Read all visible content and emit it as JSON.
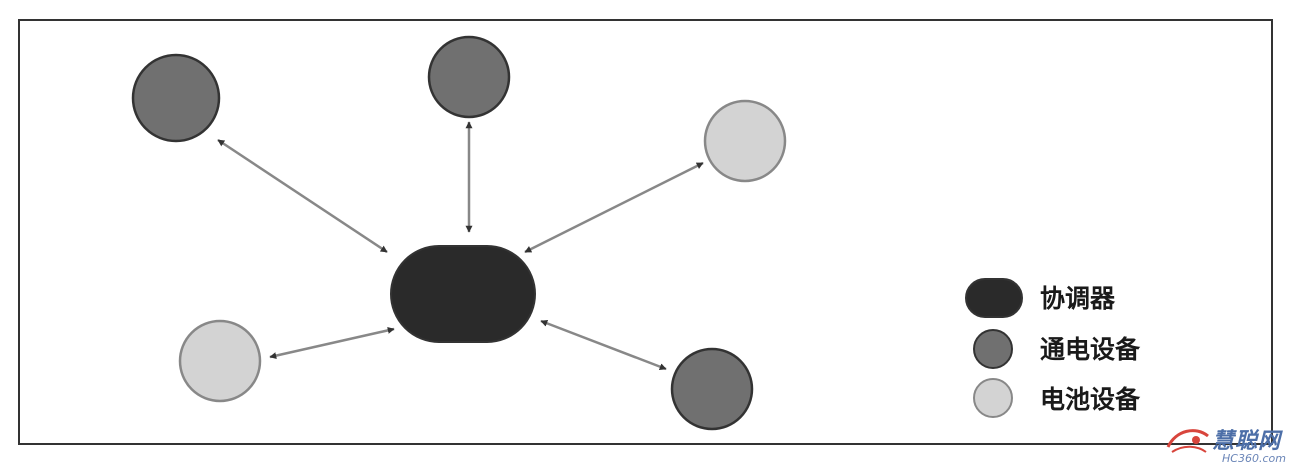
{
  "colors": {
    "coordinator": "#2a2a2a",
    "powered_device": "#707070",
    "battery_device": "#d3d3d3",
    "outline": "#333333",
    "battery_outline": "#888888",
    "arrow": "#888888",
    "arrowhead": "#333333",
    "frame": "#333333"
  },
  "legend": {
    "items": [
      {
        "shape": "pill",
        "fill_key": "coordinator",
        "label": "协调器"
      },
      {
        "shape": "circle",
        "fill_key": "powered_device",
        "label": "通电设备"
      },
      {
        "shape": "circle",
        "fill_key": "battery_device",
        "label": "电池设备"
      }
    ]
  },
  "nodes": [
    {
      "id": "coordinator",
      "type": "coordinator"
    },
    {
      "id": "node-1",
      "type": "powered_device"
    },
    {
      "id": "node-2",
      "type": "powered_device"
    },
    {
      "id": "node-3",
      "type": "battery_device"
    },
    {
      "id": "node-4",
      "type": "battery_device"
    },
    {
      "id": "node-5",
      "type": "powered_device"
    }
  ],
  "edges": [
    {
      "from": "coordinator",
      "to": "node-1",
      "bidirectional": true
    },
    {
      "from": "coordinator",
      "to": "node-2",
      "bidirectional": true
    },
    {
      "from": "coordinator",
      "to": "node-3",
      "bidirectional": true
    },
    {
      "from": "coordinator",
      "to": "node-4",
      "bidirectional": true
    },
    {
      "from": "coordinator",
      "to": "node-5",
      "bidirectional": true
    }
  ],
  "watermark": {
    "brand": "慧聪网",
    "site": "HC360.com"
  }
}
